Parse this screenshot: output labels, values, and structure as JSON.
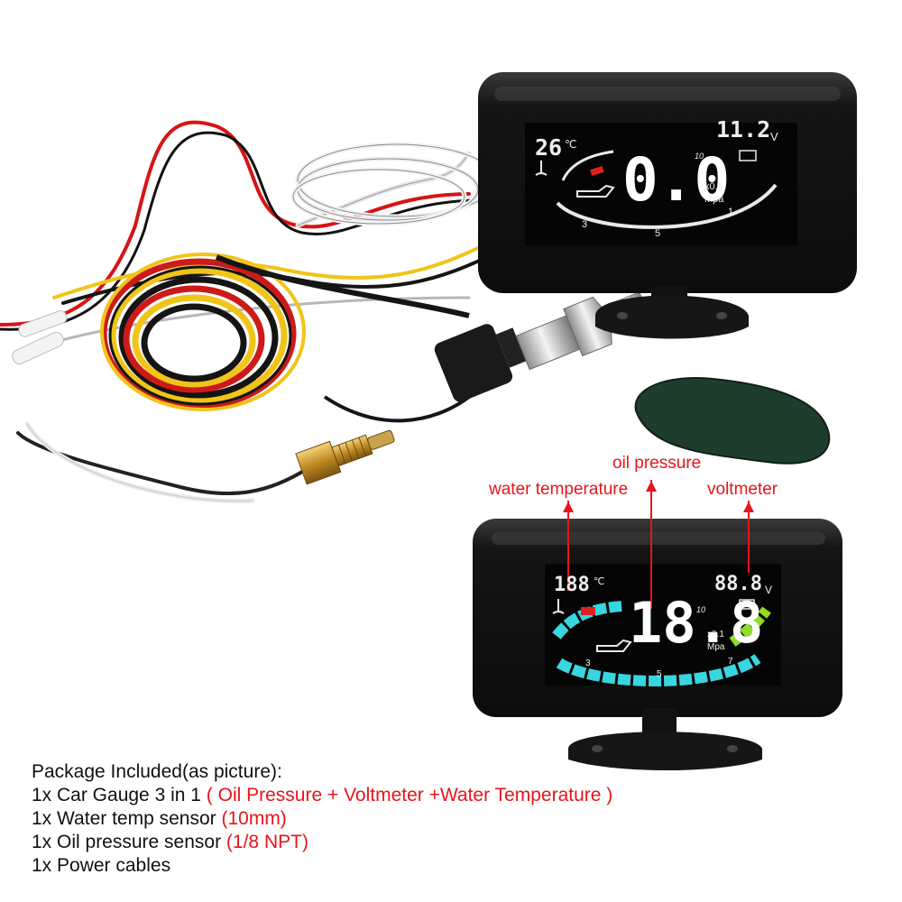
{
  "gauge_top": {
    "temp": "26",
    "temp_unit": "℃",
    "volt": "11.2",
    "volt_unit": "V",
    "pressure": "0.0",
    "pressure_multiplier": "x0.1",
    "pressure_unit": "Mpa",
    "scale_labels": [
      "3",
      "5",
      "1"
    ],
    "scale_max_label": "10"
  },
  "gauge_bottom": {
    "temp": "188",
    "temp_unit": "℃",
    "volt": "88.8",
    "volt_unit": "V",
    "pressure": "18.8",
    "pressure_multiplier": "x0.1",
    "pressure_unit": "Mpa",
    "scale_labels": [
      "3",
      "5",
      "7"
    ],
    "scale_max_label": "10"
  },
  "annotations": {
    "oil_pressure": "oil pressure",
    "water_temperature": "water temperature",
    "voltmeter": "voltmeter"
  },
  "package": {
    "heading": "Package Included(as picture):",
    "items": [
      {
        "text": "1x Car Gauge 3 in 1 ",
        "note": "( Oil Pressure + Voltmeter +Water Temperature )"
      },
      {
        "text": "1x Water temp sensor ",
        "note": "(10mm)"
      },
      {
        "text": "1x Oil pressure sensor ",
        "note": "(1/8 NPT)"
      },
      {
        "text": "1x Power cables",
        "note": ""
      }
    ]
  },
  "colors": {
    "annotation_red": "#e8141b",
    "lcd_cyan": "#38d6e0",
    "lcd_green": "#8fdc2a",
    "lcd_red": "#e02020"
  }
}
